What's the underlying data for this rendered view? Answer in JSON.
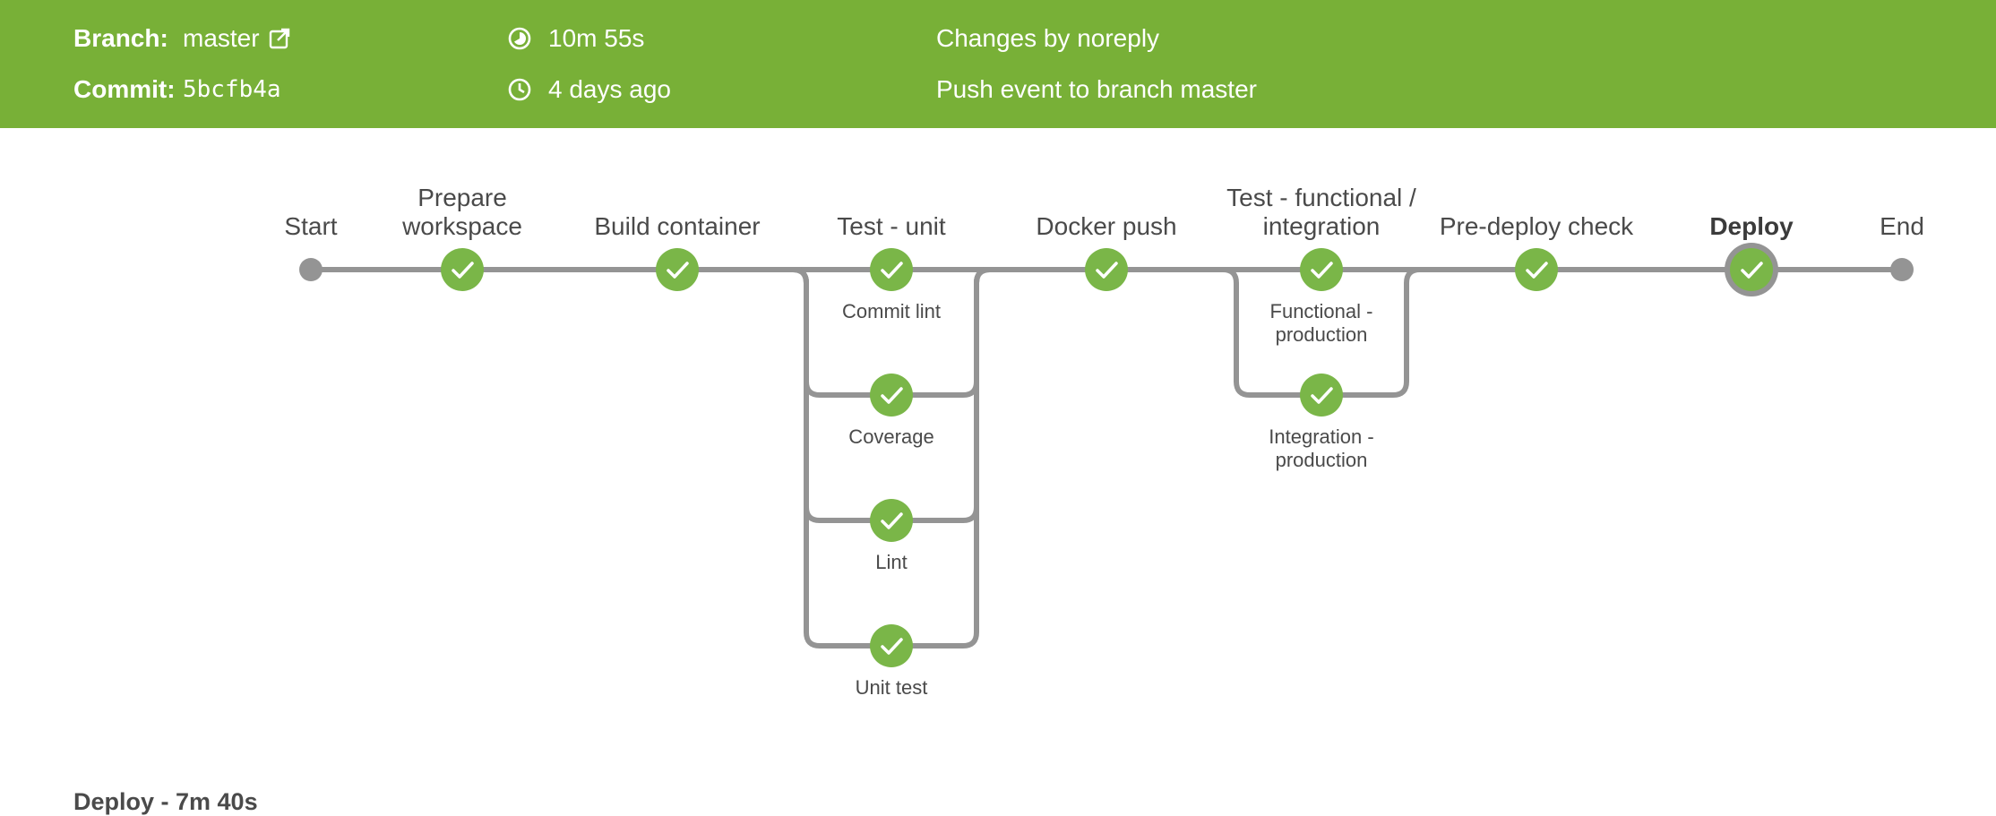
{
  "header": {
    "branch_label": "Branch:",
    "branch_value": "master",
    "commit_label": "Commit:",
    "commit_value": "5bcfb4a",
    "duration": "10m 55s",
    "time_ago": "4 days ago",
    "changes": "Changes by noreply",
    "event": "Push event to branch master",
    "duration_icon": "pie-clock-icon",
    "time_icon": "clock-icon",
    "branch_link_icon": "external-link-icon"
  },
  "colors": {
    "header_bg": "#78b037",
    "success": "#7ab648",
    "line": "#949494",
    "text": "#4a4a4a"
  },
  "pipeline": {
    "stages": [
      {
        "id": "start",
        "label": "Start",
        "kind": "terminal"
      },
      {
        "id": "prepare",
        "label": "Prepare\nworkspace",
        "kind": "success"
      },
      {
        "id": "build",
        "label": "Build container",
        "kind": "success"
      },
      {
        "id": "test-unit",
        "label": "Test - unit",
        "kind": "parallel",
        "branches": [
          "Commit lint",
          "Coverage",
          "Lint",
          "Unit test"
        ]
      },
      {
        "id": "docker",
        "label": "Docker push",
        "kind": "success"
      },
      {
        "id": "test-func",
        "label": "Test - functional /\nintegration",
        "kind": "parallel",
        "branches": [
          "Functional -\nproduction",
          "Integration -\nproduction"
        ]
      },
      {
        "id": "predeploy",
        "label": "Pre-deploy check",
        "kind": "success"
      },
      {
        "id": "deploy",
        "label": "Deploy",
        "kind": "success",
        "selected": true
      },
      {
        "id": "end",
        "label": "End",
        "kind": "terminal"
      }
    ]
  },
  "footer": {
    "selected_stage": "Deploy - 7m 40s"
  }
}
